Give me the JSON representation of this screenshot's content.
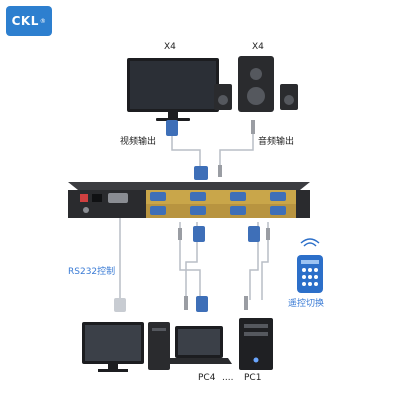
{
  "brand": {
    "logo": "CKL",
    "registered": "®"
  },
  "labels": {
    "monitor_count": "X4",
    "speaker_count": "X4",
    "video_out": "视频输出",
    "audio_out": "音频输出",
    "rs232": "RS232控制",
    "remote": "遥控切换",
    "pc4": "PC4",
    "dots": "....",
    "pc1": "PC1"
  },
  "colors": {
    "device_body": "#2a2b2e",
    "vga_blue": "#3e6fb8",
    "port_gold": "#c9a64a",
    "cable": "#b9bec6",
    "label_blue": "#3a7bd5"
  },
  "icons": [
    "monitor-icon",
    "speaker-icon",
    "kvm-switch-icon",
    "vga-connector-icon",
    "audio-jack-icon",
    "remote-control-icon",
    "desktop-pc-icon",
    "laptop-icon",
    "tower-pc-icon"
  ]
}
